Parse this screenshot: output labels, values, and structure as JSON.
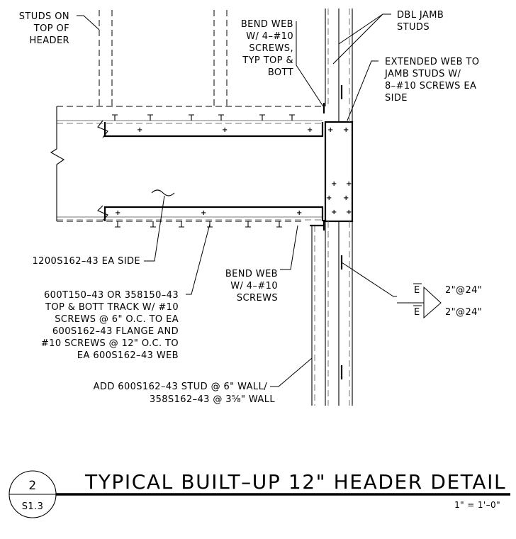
{
  "notes": {
    "studs_on_top": [
      "STUDS ON",
      "TOP OF",
      "HEADER"
    ],
    "bend_web_top": [
      "BEND WEB",
      "W/ 4–#10",
      "SCREWS,",
      "TYP TOP &",
      "BOTT"
    ],
    "dbl_jamb": [
      "DBL JAMB",
      "STUDS"
    ],
    "extended_web": [
      "EXTENDED WEB TO",
      "JAMB STUDS W/",
      "8–#10 SCREWS EA",
      "SIDE"
    ],
    "header_member": [
      "1200S162–43 EA SIDE"
    ],
    "track": [
      "600T150–43 OR 358150–43",
      "TOP & BOTT TRACK W/ #10",
      "SCREWS @ 6\" O.C. TO EA",
      "600S162–43 FLANGE AND",
      "#10 SCREWS @ 12\" O.C. TO",
      "EA 600S162–43 WEB"
    ],
    "bend_web_bottom": [
      "BEND WEB",
      "W/ 4–#10",
      "SCREWS"
    ],
    "add_stud": [
      "ADD 600S162–43 STUD @ 6\" WALL/",
      "358S162–43 @ 3⅝\" WALL"
    ],
    "spacing": [
      "2\"@24\"",
      "2\"@24\""
    ],
    "centerline_symbol": "E"
  },
  "title_block": {
    "detail_number": "2",
    "sheet_number": "S1.3",
    "title": "TYPICAL BUILT–UP 12\" HEADER DETAIL",
    "scale": "1\" = 1'–0\""
  }
}
